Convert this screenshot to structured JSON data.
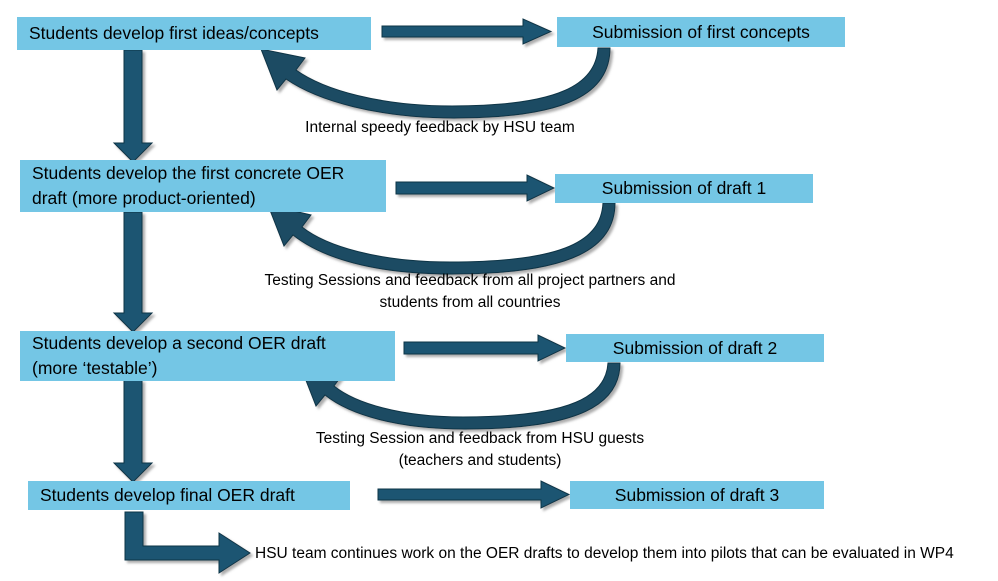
{
  "diagram": {
    "title_colors": {
      "node_fill": "#74C6E5",
      "arrow_fill": "#1F5572",
      "curve_fill": "#1C4B63",
      "text": "#000000",
      "background": "#ffffff"
    },
    "stages": [
      {
        "left_label": "Students develop first ideas/concepts",
        "right_label": "Submission of first concepts",
        "feedback_label": "Internal speedy feedback by HSU team"
      },
      {
        "left_label": "Students develop the first concrete OER\ndraft (more product-oriented)",
        "right_label": "Submission of draft 1",
        "feedback_label": "Testing Sessions and feedback from all project partners and\nstudents from all countries"
      },
      {
        "left_label": "Students develop a second OER draft\n(more ‘testable’)",
        "right_label": "Submission of draft 2",
        "feedback_label": "Testing Session and feedback from HSU guests\n(teachers and students)"
      },
      {
        "left_label": "Students develop final OER draft",
        "right_label": "Submission of draft 3",
        "feedback_label": ""
      }
    ],
    "outcome_label": "HSU team continues work on the OER drafts to develop them into pilots that can be evaluated in WP4"
  }
}
